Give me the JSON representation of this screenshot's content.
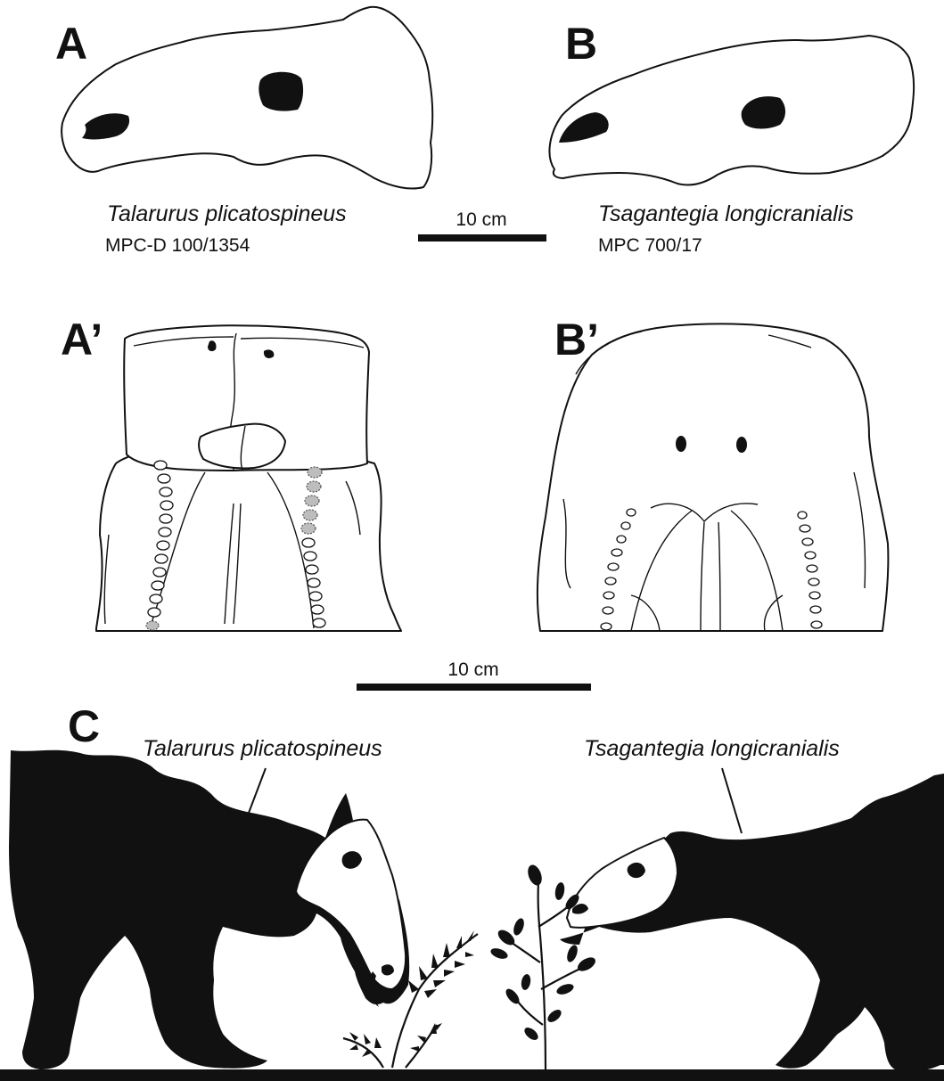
{
  "panels": {
    "A": {
      "letter": "A",
      "species": "Talarurus plicatospineus",
      "specimen": "MPC-D 100/1354"
    },
    "B": {
      "letter": "B",
      "species": "Tsagantegia longicranialis",
      "specimen": "MPC 700/17"
    },
    "A_prime": {
      "letter": "A’"
    },
    "B_prime": {
      "letter": "B’"
    },
    "C": {
      "letter": "C",
      "left_label": "Talarurus plicatospineus",
      "right_label": "Tsagantegia longicranialis"
    }
  },
  "scale_bars": {
    "top": {
      "label": "10 cm"
    },
    "middle": {
      "label": "10 cm"
    }
  },
  "colors": {
    "ink": "#111111",
    "background": "#ffffff",
    "grey_teeth": "#bdbdbd"
  }
}
